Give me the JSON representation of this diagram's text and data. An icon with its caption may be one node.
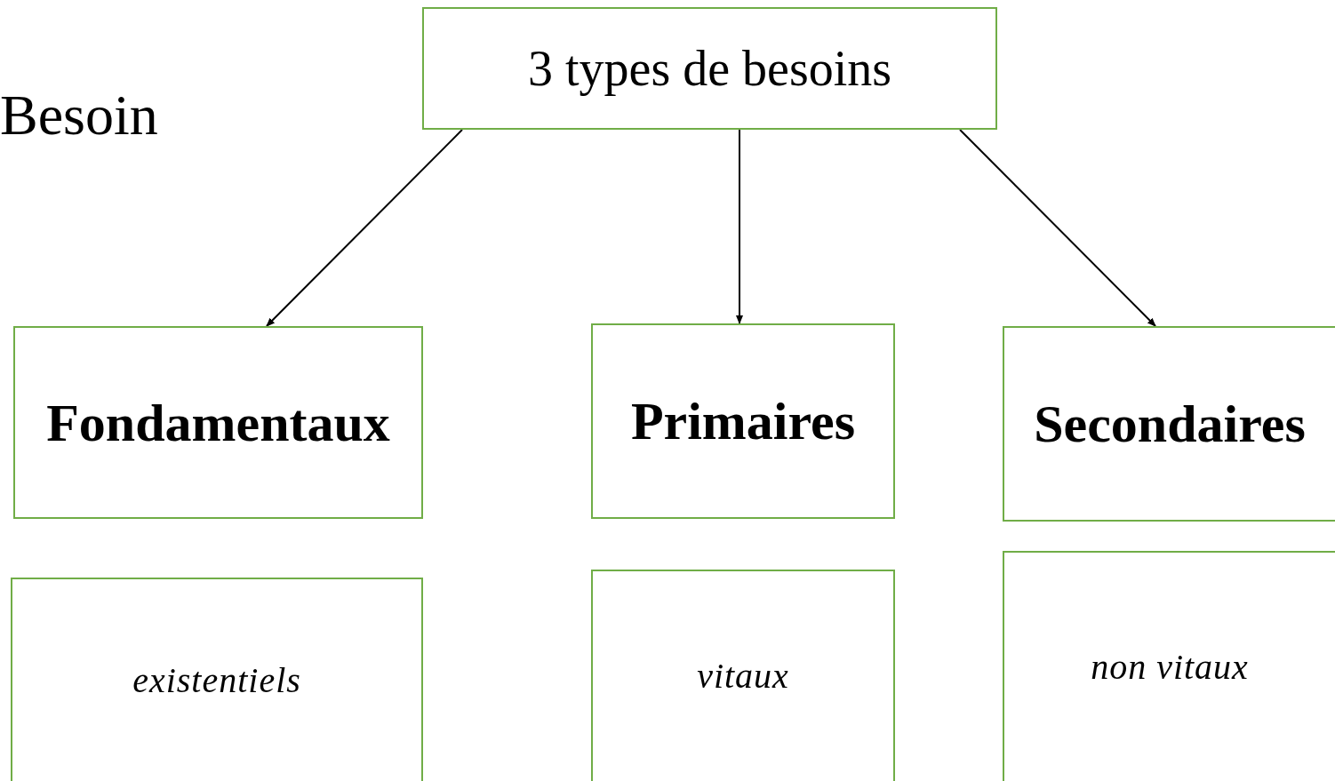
{
  "diagram": {
    "nodes": [
      {
        "text": [
          "3 types de besoins"
        ]
      },
      {
        "text": [
          "Fondamentaux"
        ]
      },
      {
        "text": [
          "Primaires"
        ]
      },
      {
        "text": [
          "Secondaires"
        ]
      },
      {
        "text": [
          "existentiels"
        ]
      },
      {
        "text": [
          "vitaux"
        ]
      },
      {
        "text": [
          "non vitaux"
        ]
      }
    ],
    "edges": [
      {
        "from": 0,
        "to": 1,
        "arrow": "to"
      },
      {
        "from": 0,
        "to": 2,
        "arrow": "to"
      },
      {
        "from": 0,
        "to": 3,
        "arrow": "to"
      }
    ],
    "labels": [
      "Besoin"
    ]
  }
}
